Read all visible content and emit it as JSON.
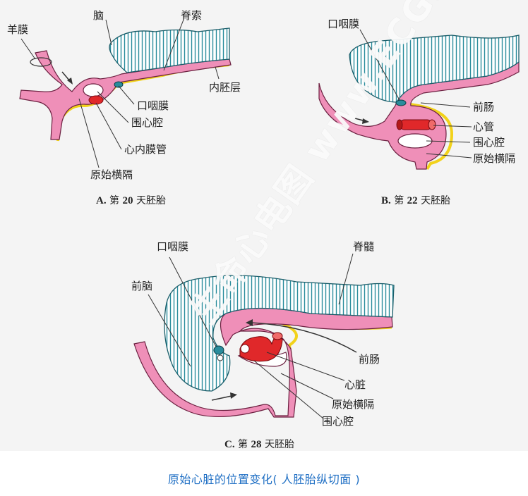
{
  "panels": {
    "a": {
      "caption_letter": "A.",
      "caption_pre": "第",
      "caption_num": "20",
      "caption_post": "天胚胎",
      "labels": {
        "amnion": "羊膜",
        "brain": "脑",
        "spinal_cord": "脊索",
        "endoderm": "内胚层",
        "oropharyngeal_membrane": "口咽膜",
        "pericardial_cavity": "围心腔",
        "endocardial_tube": "心内膜管",
        "septum_transversum": "原始横隔"
      }
    },
    "b": {
      "caption_letter": "B.",
      "caption_pre": "第",
      "caption_num": "22",
      "caption_post": "天胚胎",
      "labels": {
        "oropharyngeal_membrane": "口咽膜",
        "foregut": "前肠",
        "heart_tube": "心管",
        "pericardial_cavity": "围心腔",
        "septum_transversum": "原始横隔"
      }
    },
    "c": {
      "caption_letter": "C.",
      "caption_pre": "第",
      "caption_num": "28",
      "caption_post": "天胚胎",
      "labels": {
        "oropharyngeal_membrane": "口咽膜",
        "forebrain": "前脑",
        "spinal_marrow": "脊髓",
        "foregut": "前肠",
        "heart": "心脏",
        "septum_transversum": "原始横隔",
        "pericardial_cavity": "围心腔"
      }
    }
  },
  "watermark": "生命心电图 www.ECGlife.com",
  "figure_title": "原始心脏的位置变化( 人胚胎纵切面 )",
  "colors": {
    "tissue_pink": "#ef8fb8",
    "neural_teal": "#2a8c9c",
    "heart_red": "#e0282a",
    "endoderm_yellow": "#f2d21a",
    "title_blue": "#1f6fc4"
  }
}
